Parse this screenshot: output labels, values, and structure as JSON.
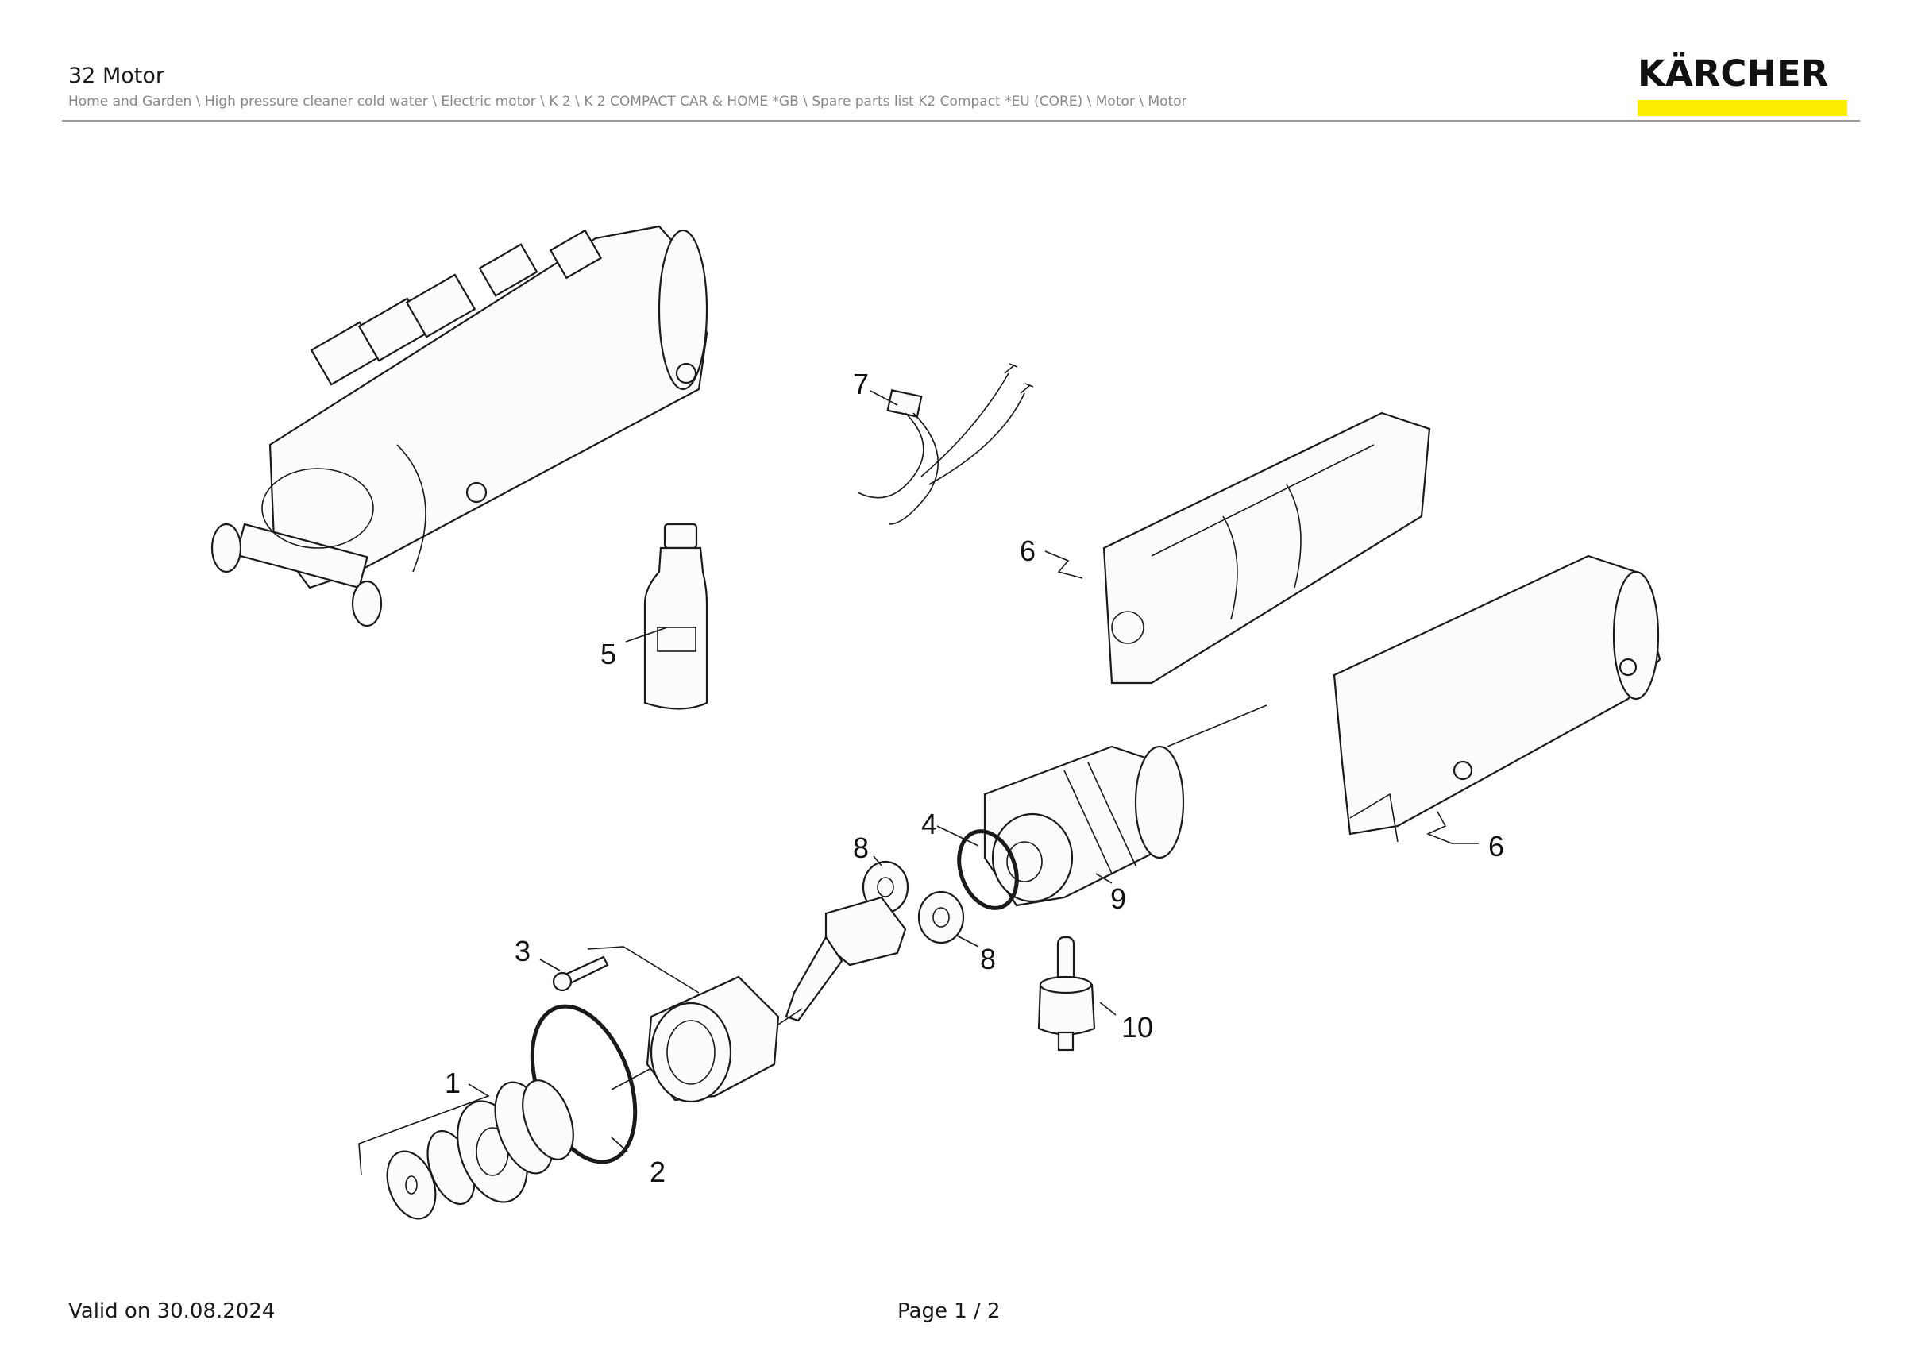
{
  "header": {
    "title": "32 Motor",
    "breadcrumb": "Home and Garden \\ High pressure cleaner cold water \\ Electric motor \\ K 2 \\ K 2 COMPACT CAR & HOME *GB \\ Spare parts list K2 Compact *EU (CORE) \\ Motor \\ Motor"
  },
  "logo": {
    "text": "KÄRCHER",
    "bar_color": "#ffed00"
  },
  "diagram": {
    "callouts": {
      "c1": "1",
      "c2": "2",
      "c3": "3",
      "c4": "4",
      "c5": "5",
      "c6a": "6",
      "c6b": "6",
      "c7": "7",
      "c8a": "8",
      "c8b": "8",
      "c9": "9",
      "c10": "10"
    }
  },
  "footer": {
    "valid": "Valid on 30.08.2024",
    "page": "Page 1 / 2"
  }
}
